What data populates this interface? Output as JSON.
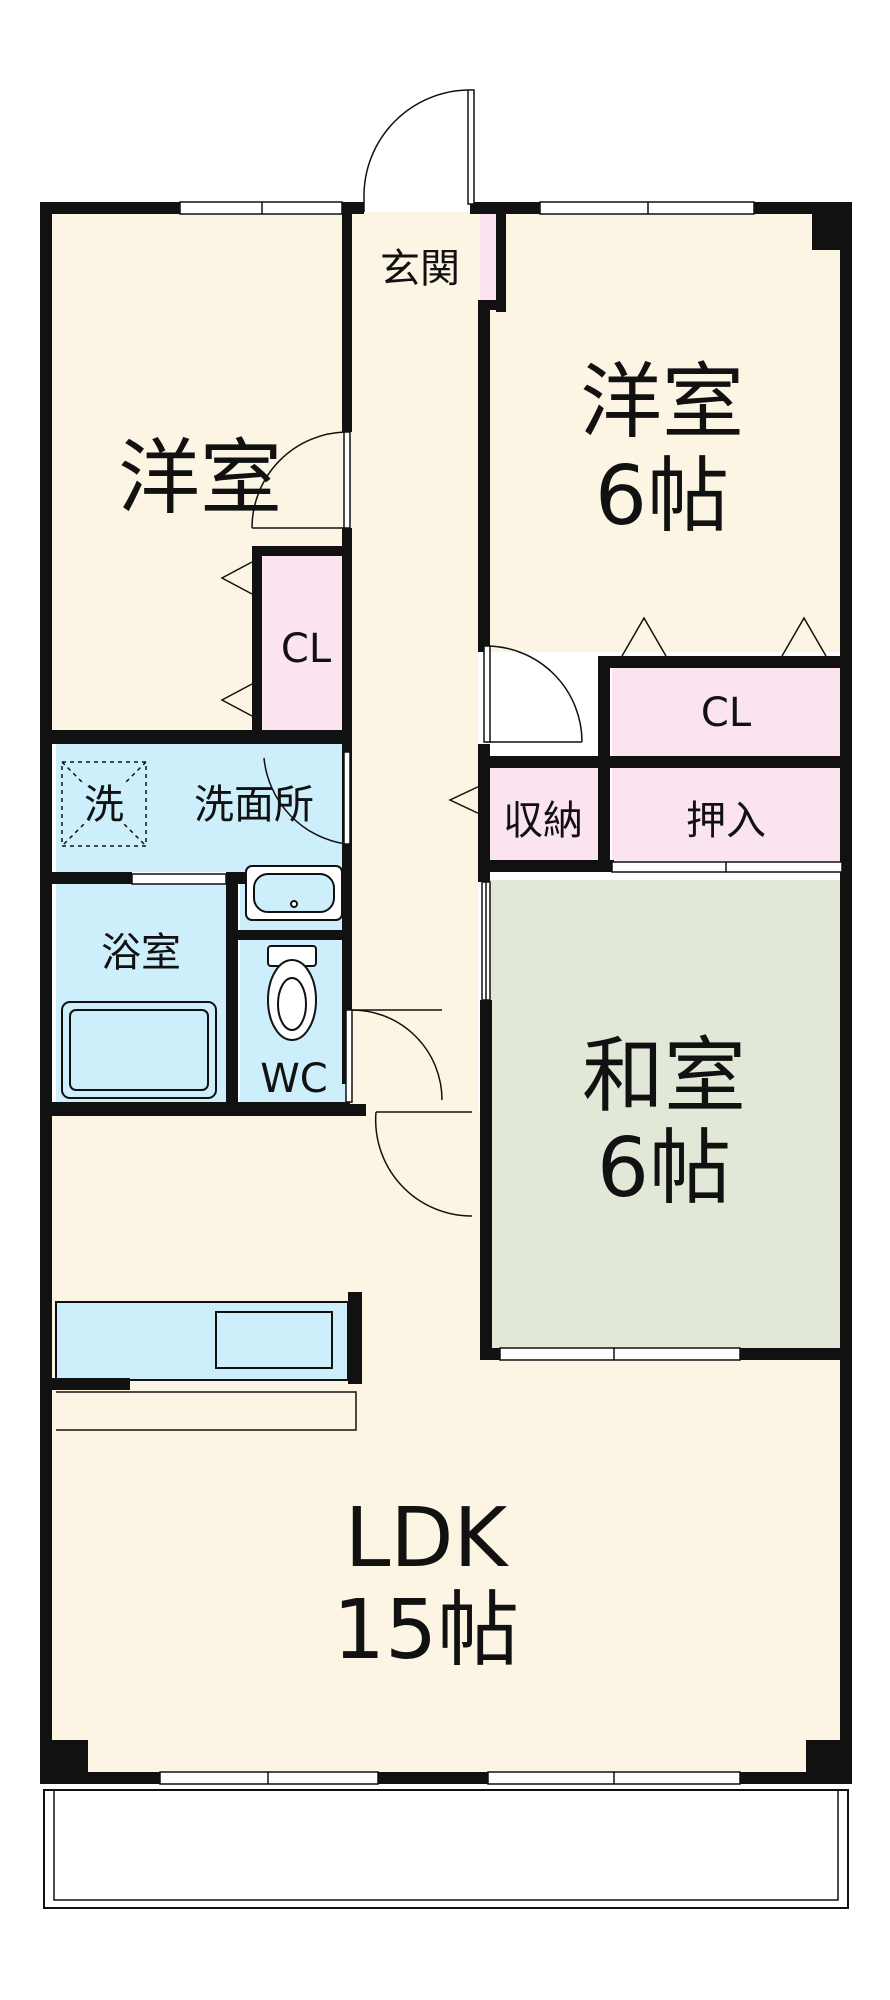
{
  "rooms": {
    "western_room_left": {
      "name": "洋室"
    },
    "western_room_right": {
      "name": "洋室",
      "size": "6帖"
    },
    "entrance": {
      "name": "玄関"
    },
    "closet_left": {
      "name": "CL"
    },
    "closet_right": {
      "name": "CL"
    },
    "storage": {
      "name": "収納"
    },
    "oshiire": {
      "name": "押入"
    },
    "washroom": {
      "name": "洗面所"
    },
    "washer": {
      "name": "洗"
    },
    "bathroom": {
      "name": "浴室"
    },
    "toilet": {
      "name": "WC"
    },
    "japanese_room": {
      "name": "和室",
      "size": "6帖"
    },
    "ldk": {
      "name": "LDK",
      "size": "15帖"
    }
  },
  "colors": {
    "wall": "#111111",
    "floor": "#fdf5e3",
    "closet": "#fbe3ef",
    "wet_area": "#cdeefb",
    "tatami": "#e2e8d8",
    "balcony": "#ffffff"
  }
}
